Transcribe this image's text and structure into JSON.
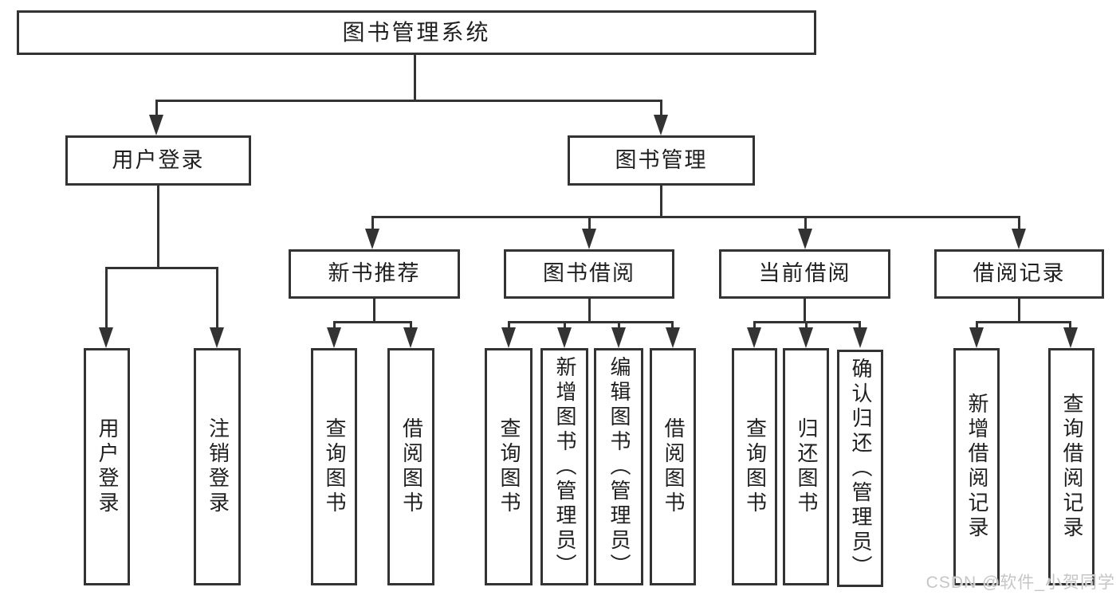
{
  "tree": {
    "root": {
      "label": "图书管理系统"
    },
    "branches": [
      {
        "label": "用户登录",
        "children": [
          {
            "label": "用户登录"
          },
          {
            "label": "注销登录"
          }
        ]
      },
      {
        "label": "图书管理",
        "children": [
          {
            "label": "新书推荐",
            "children": [
              {
                "label": "查询图书"
              },
              {
                "label": "借阅图书"
              }
            ]
          },
          {
            "label": "图书借阅",
            "children": [
              {
                "label": "查询图书"
              },
              {
                "label": "新增图书（管理员）"
              },
              {
                "label": "编辑图书（管理员）"
              },
              {
                "label": "借阅图书"
              }
            ]
          },
          {
            "label": "当前借阅",
            "children": [
              {
                "label": "查询图书"
              },
              {
                "label": "归还图书"
              },
              {
                "label": "确认归还（管理员）"
              }
            ]
          },
          {
            "label": "借阅记录",
            "children": [
              {
                "label": "新增借阅记录"
              },
              {
                "label": "查询借阅记录"
              }
            ]
          }
        ]
      }
    ]
  },
  "watermark": {
    "text": "CSDN @软件_小贺同学"
  },
  "colors": {
    "line": "#333333",
    "text": "#1f1f1f",
    "box_bg": "#ffffff",
    "watermark": "#c6c6c6"
  }
}
